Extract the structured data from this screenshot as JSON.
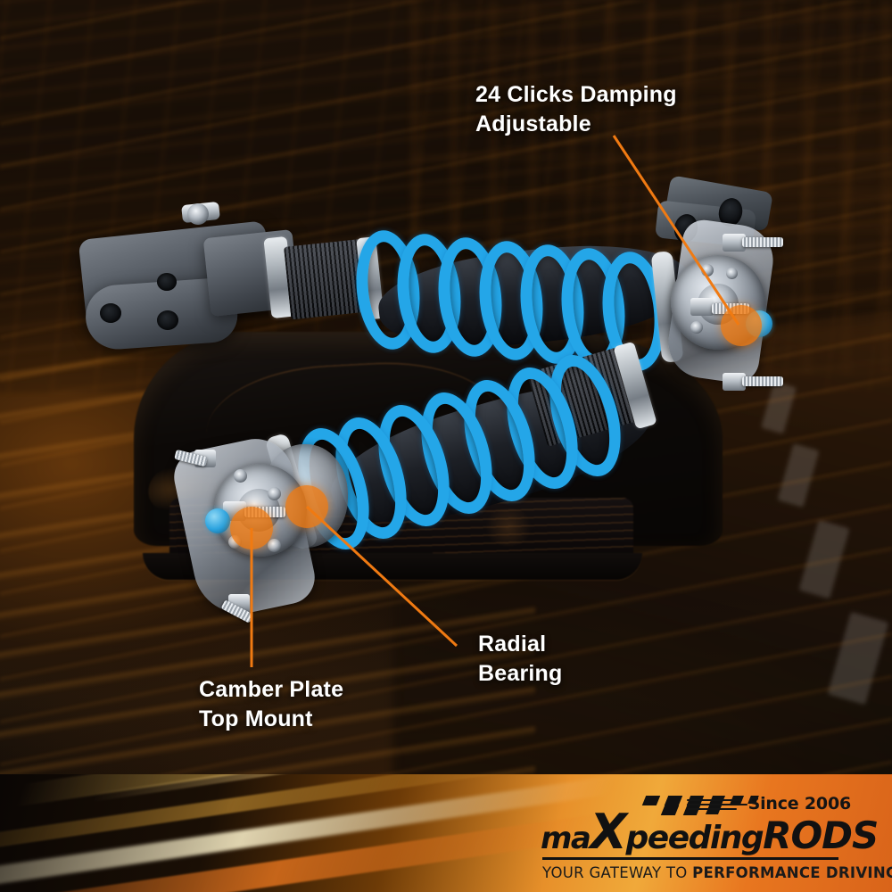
{
  "image": {
    "type": "product-marketing-banner",
    "subject": "Adjustable Coilover Suspension Kit",
    "background_scene": "motion-blurred night city street with dark Honda Civic"
  },
  "theme": {
    "accent_orange": "#F07A12",
    "spring_blue": "#24A6E8",
    "spring_blue_dark": "#1F86BF",
    "text_white": "#FFFFFF",
    "background_dark": "#0A0604",
    "banner_gold": "#F0A93A",
    "banner_orange": "#E8761F",
    "logo_black": "#111111"
  },
  "callouts": [
    {
      "id": "damping",
      "label": "24 Clicks Damping\nAdjustable",
      "line1": "24 Clicks Damping",
      "line2": "Adjustable",
      "dot_label": "damping-adjuster-knob"
    },
    {
      "id": "radial-bearing",
      "label": "Radial\nBearing",
      "line1": "Radial",
      "line2": "Bearing",
      "dot_label": "radial-bearing-point"
    },
    {
      "id": "camber-plate",
      "label": "Camber Plate\nTop Mount",
      "line1": "Camber Plate",
      "line2": "Top Mount",
      "dot_label": "camber-plate-point"
    }
  ],
  "brand": {
    "name_parts": {
      "ma": "ma",
      "x": "X",
      "peeding": "peeding",
      "rods": "RODS"
    },
    "full_name": "maXpeedingRODS",
    "since": "Since 2006",
    "tagline_light": "YOUR GATEWAY TO ",
    "tagline_bold": "PERFORMANCE DRIVING"
  },
  "product_parts": [
    "camber-plate-top-mount",
    "radial-bearing",
    "24-click-damping-adjuster",
    "blue-coil-spring",
    "threaded-shock-body",
    "spring-perch-collar",
    "lower-knuckle-bracket",
    "upper-fork-bracket"
  ]
}
